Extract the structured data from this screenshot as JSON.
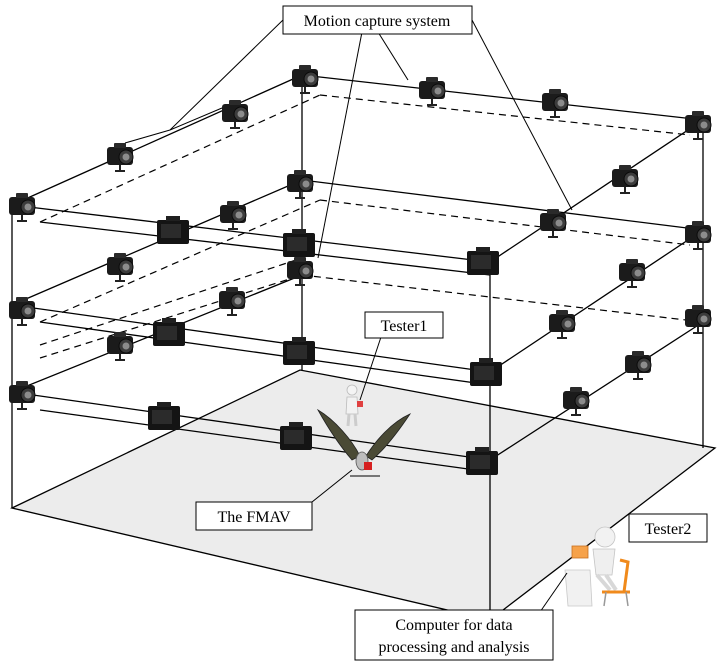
{
  "labels": {
    "motion_capture": "Motion capture system",
    "tester1": "Tester1",
    "tester2": "Tester2",
    "fmav": "The FMAV",
    "computer_line1": "Computer for data",
    "computer_line2": "processing and analysis"
  },
  "icons": {
    "camera": "camera-icon",
    "tester1": "person-standing-icon",
    "tester2": "person-at-desk-icon",
    "fmav": "flapping-wing-vehicle-icon"
  },
  "colors": {
    "floor": "#ececec",
    "camera_body": "#1b1b1b",
    "chair": "#f08a1c"
  }
}
